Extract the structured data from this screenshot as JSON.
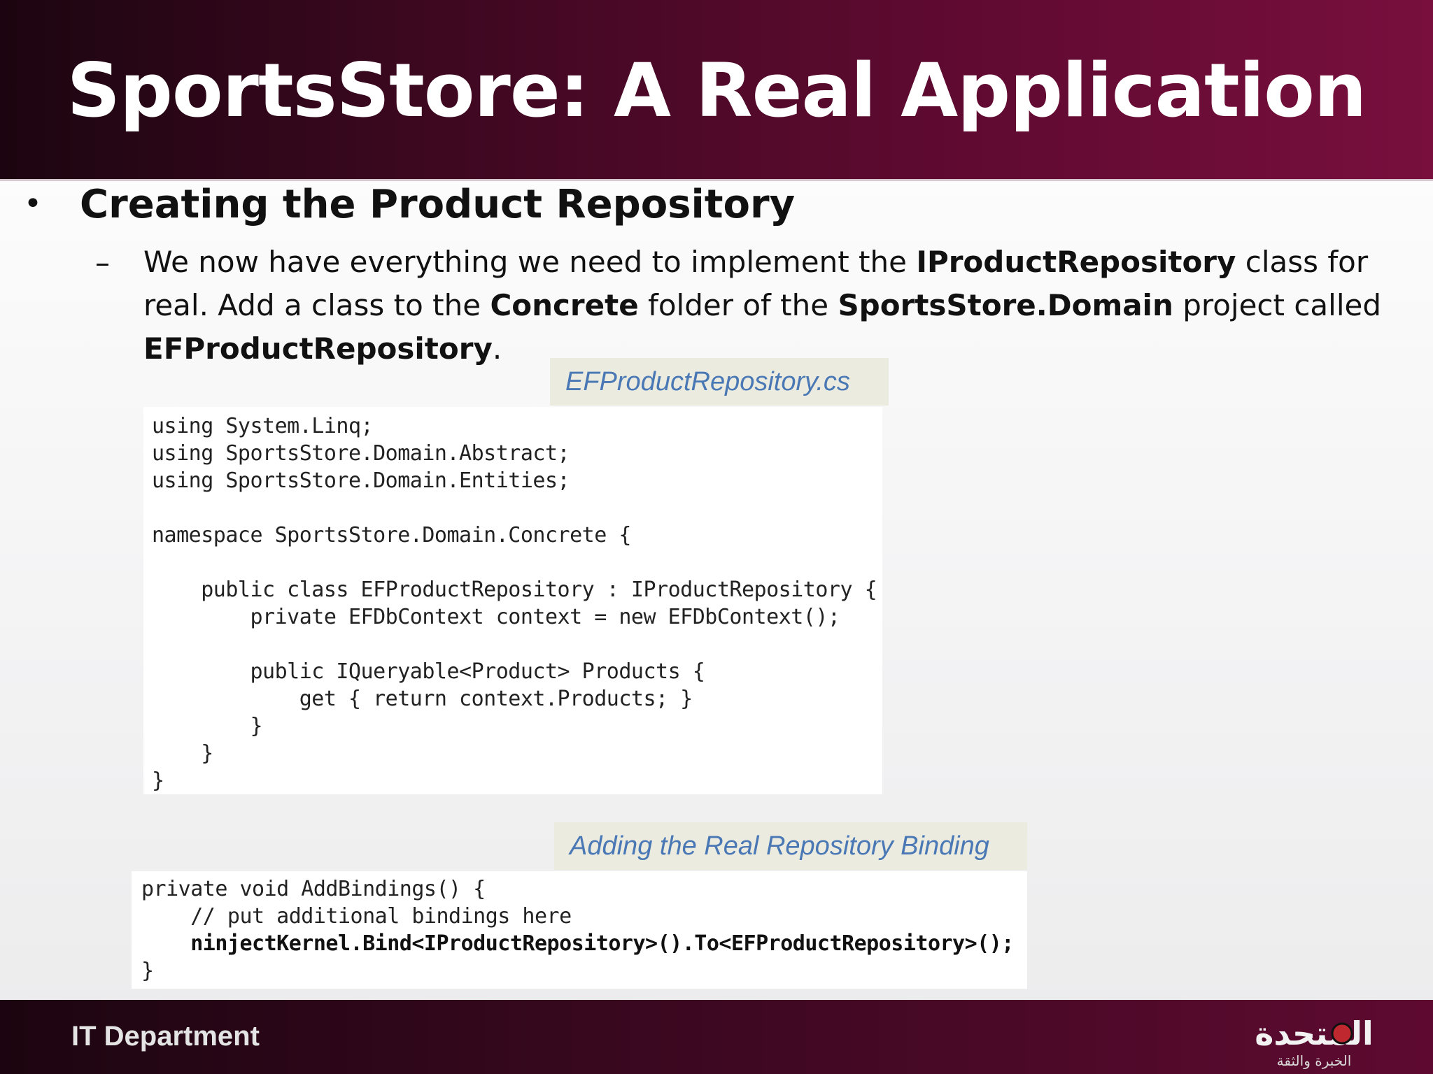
{
  "slide": {
    "title": "SportsStore: A Real Application",
    "bullet": {
      "heading": "Creating the Product Repository",
      "sub_parts": {
        "p1": "We now have everything we need to implement the ",
        "b1": "IProductRepository",
        "p2": " class for real. Add a class to the ",
        "b2": "Concrete",
        "p3": " folder of the ",
        "b3": "SportsStore.Domain",
        "p4": " project called ",
        "b4": "EFProductRepository",
        "p5": "."
      }
    }
  },
  "code1": {
    "caption": "EFProductRepository.cs",
    "lines": [
      "using System.Linq;",
      "using SportsStore.Domain.Abstract;",
      "using SportsStore.Domain.Entities;",
      "",
      "namespace SportsStore.Domain.Concrete {",
      "",
      "    public class EFProductRepository : IProductRepository {",
      "        private EFDbContext context = new EFDbContext();",
      "",
      "        public IQueryable<Product> Products {",
      "            get { return context.Products; }",
      "        }",
      "    }",
      "}"
    ]
  },
  "code2": {
    "caption": "Adding the Real Repository Binding",
    "lines": [
      "private void AddBindings() {",
      "    // put additional bindings here",
      "    ninjectKernel.Bind<IProductRepository>().To<EFProductRepository>();",
      "}"
    ]
  },
  "footer": {
    "department": "IT Department",
    "logo_text": "المتحدة الخبرة والثقة"
  },
  "colors": {
    "header_bg": "#5e0a30",
    "caption_text": "#4a78b5",
    "caption_bg": "#ebebe0"
  }
}
